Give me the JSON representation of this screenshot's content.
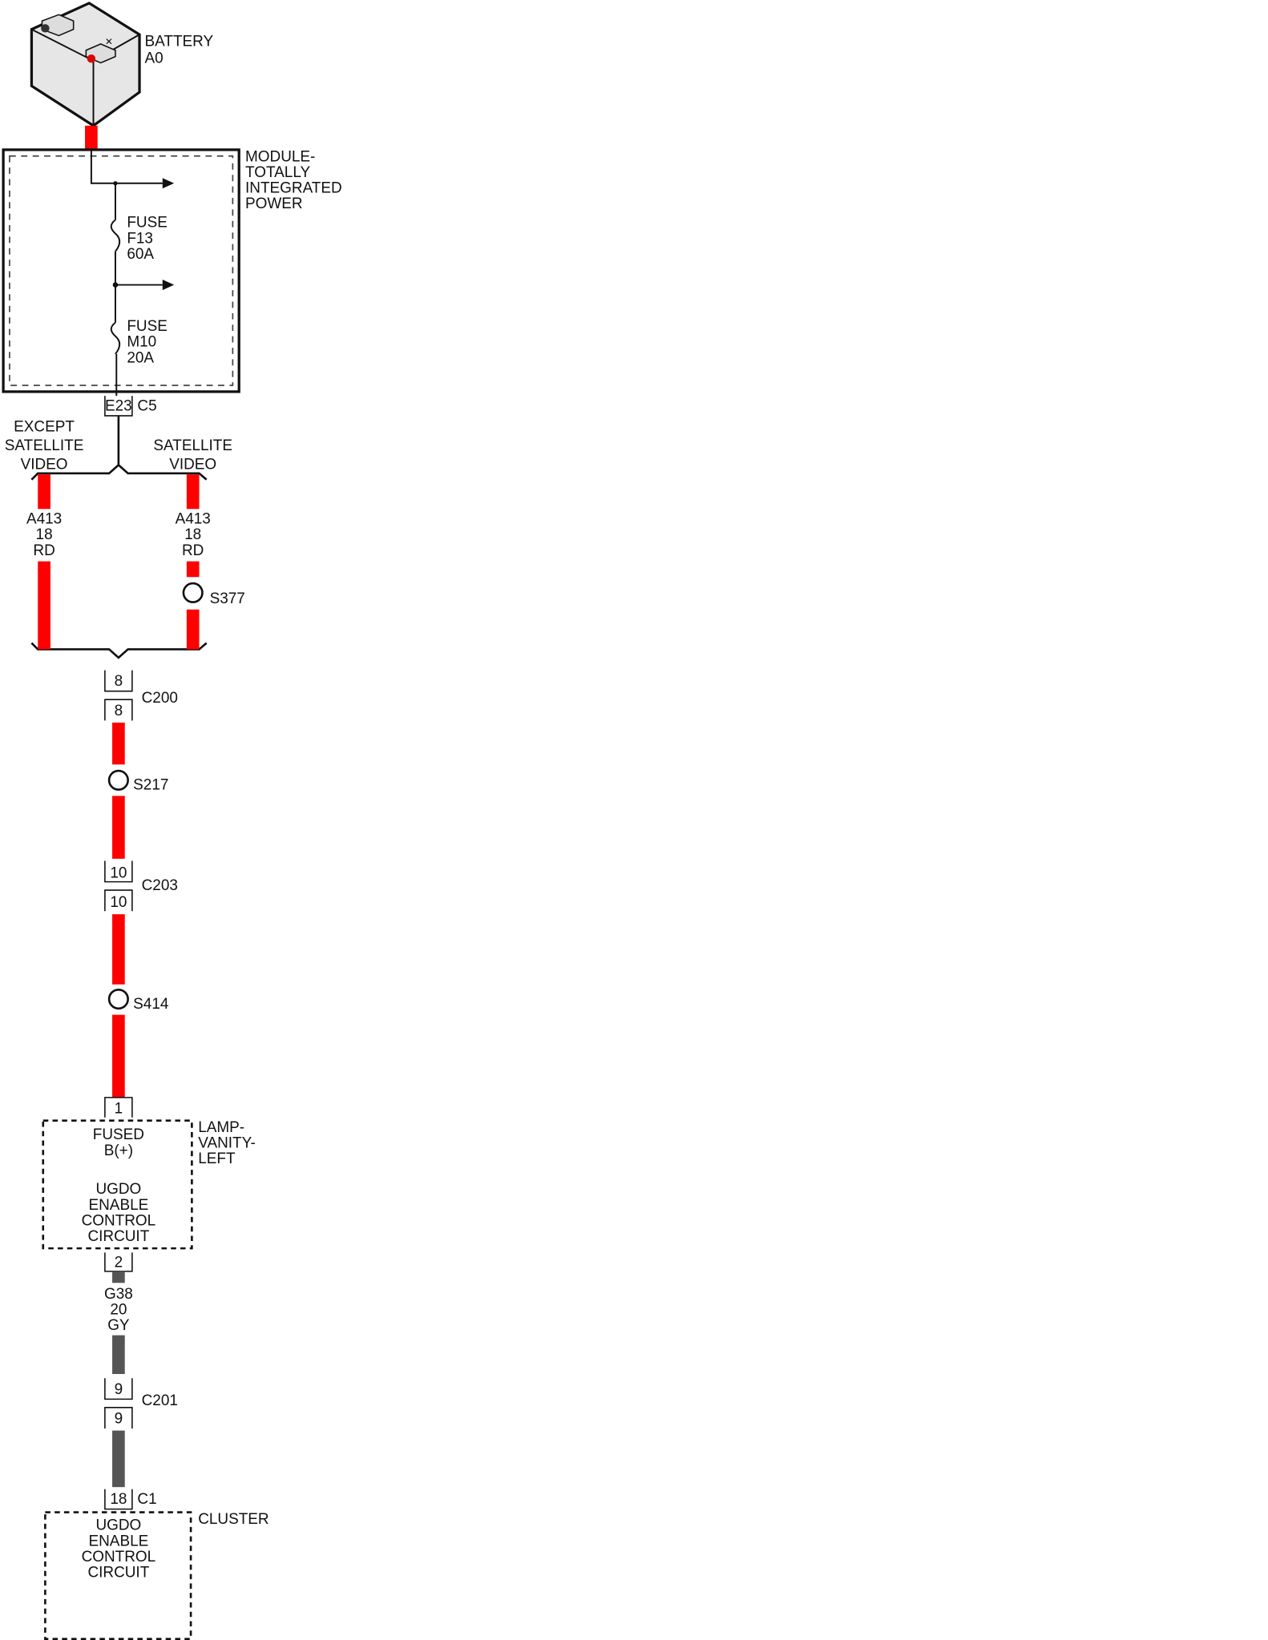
{
  "battery": {
    "label": "BATTERY",
    "id": "A0"
  },
  "module": {
    "lines": [
      "MODULE-",
      "TOTALLY",
      "INTEGRATED",
      "POWER"
    ]
  },
  "fuses": [
    {
      "label": "FUSE",
      "id": "F13",
      "rating": "60A"
    },
    {
      "label": "FUSE",
      "id": "M10",
      "rating": "20A"
    }
  ],
  "connector_e23": {
    "pin": "E23",
    "id": "C5"
  },
  "branches": {
    "left": {
      "lines": [
        "EXCEPT",
        "SATELLITE",
        "VIDEO"
      ]
    },
    "right": {
      "lines": [
        "SATELLITE",
        "VIDEO"
      ]
    }
  },
  "wire_a413": {
    "circuit": "A413",
    "gauge": "18",
    "color": "RD"
  },
  "splices": {
    "s377": "S377",
    "s217": "S217",
    "s414": "S414"
  },
  "c200": {
    "pin_top": "8",
    "pin_bottom": "8",
    "id": "C200"
  },
  "c203": {
    "pin_top": "10",
    "pin_bottom": "10",
    "id": "C203"
  },
  "lamp": {
    "pin_in": "1",
    "pin_out": "2",
    "name_lines": [
      "LAMP-",
      "VANITY-",
      "LEFT"
    ],
    "fused_lines": [
      "FUSED",
      "B(+)"
    ],
    "circuit_lines": [
      "UGDO",
      "ENABLE",
      "CONTROL",
      "CIRCUIT"
    ]
  },
  "wire_g38": {
    "circuit": "G38",
    "gauge": "20",
    "color": "GY"
  },
  "c201": {
    "pin_top": "9",
    "pin_bottom": "9",
    "id": "C201"
  },
  "cluster": {
    "pin": "18",
    "connector": "C1",
    "name": "CLUSTER",
    "circuit_lines": [
      "UGDO",
      "ENABLE",
      "CONTROL",
      "CIRCUIT"
    ]
  },
  "colors": {
    "red_wire": "#ff0000",
    "gray_wire": "#555555"
  }
}
